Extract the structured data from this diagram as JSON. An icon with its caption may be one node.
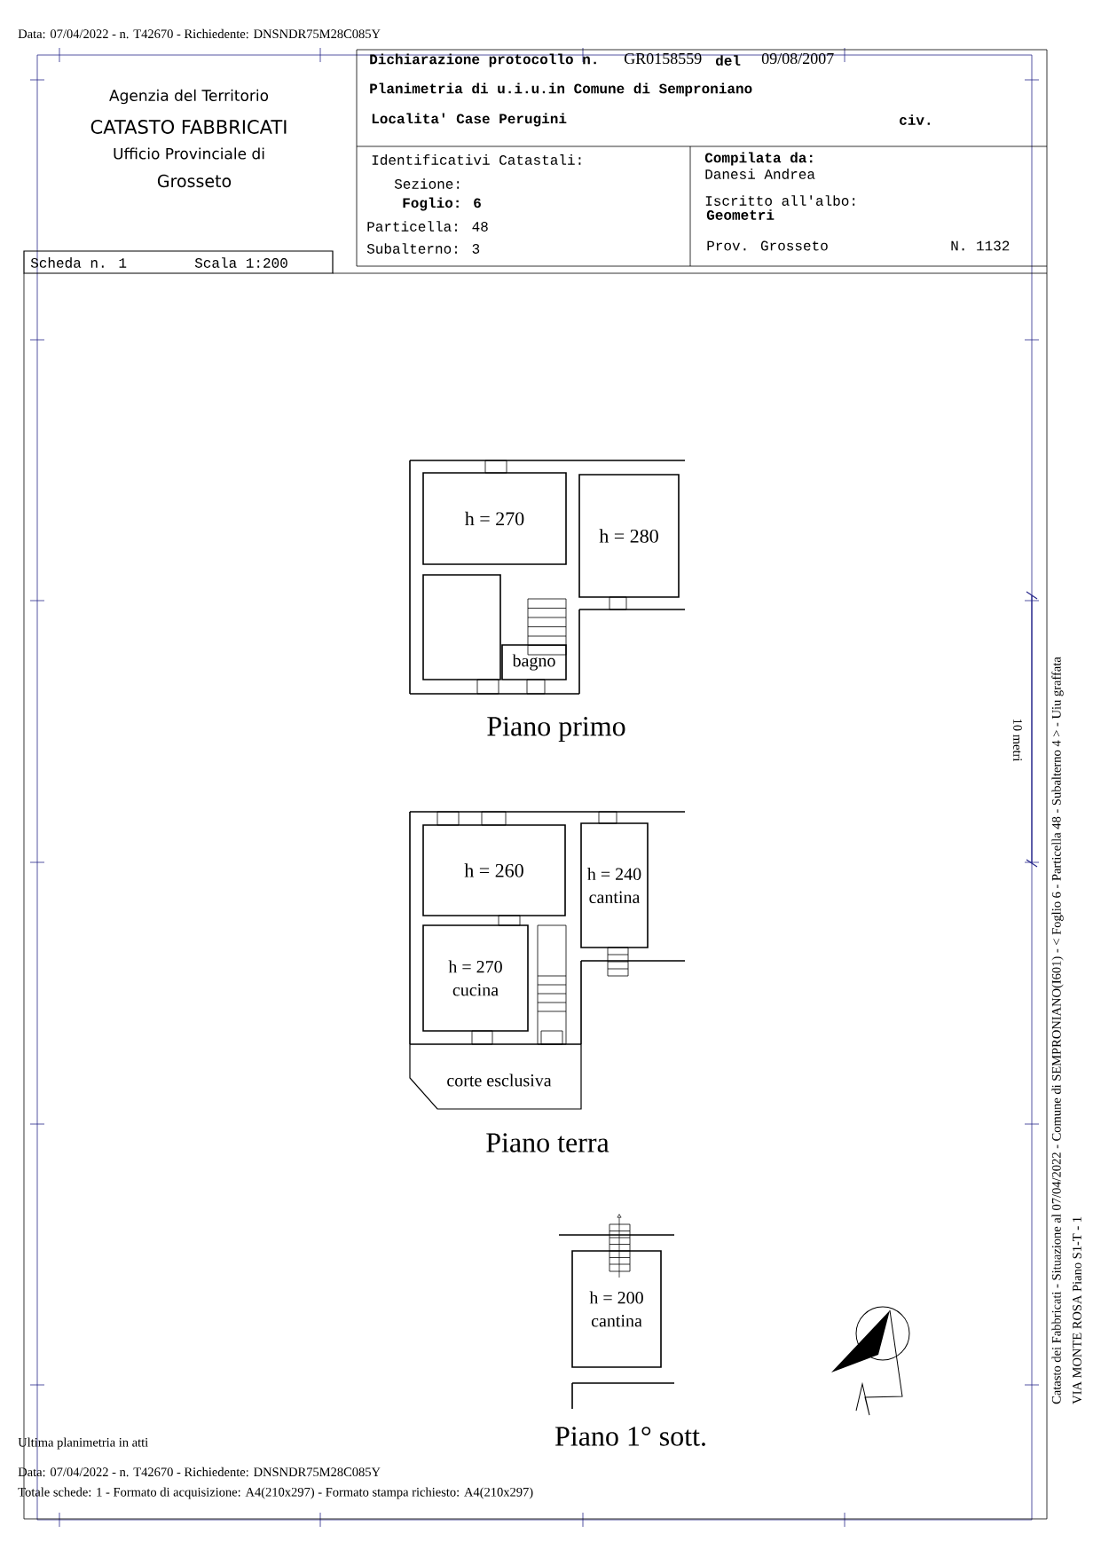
{
  "diagram": {
    "nodes": [
      {
        "text": [
          "h = 270"
        ]
      },
      {
        "text": [
          "h = 280"
        ]
      },
      {
        "text": [],
        "shape": "box"
      },
      {
        "text": [
          "bagno"
        ]
      },
      {
        "text": [
          "h = 260"
        ]
      },
      {
        "text": [
          "h = 240",
          "cantina"
        ]
      },
      {
        "text": [
          "h = 270",
          "cucina"
        ]
      },
      {
        "text": [
          "corte esclusiva"
        ]
      },
      {
        "text": [
          "h = 200",
          "cantina"
        ]
      }
    ],
    "edges": [],
    "labels": [
      "Data: 07/04/2022 - n. T42670 - Richiedente: DNSNDR75M28C085Y",
      "Agenzia del Territorio",
      "CATASTO FABBRICATI",
      "Ufficio Provinciale di",
      "Grosseto",
      "Dichiarazione protocollo n.",
      "GR0158559",
      "del",
      "09/08/2007",
      "Planimetria di u.i.u.in Comune di Semproniano",
      "Localita' Case Perugini",
      "civ.",
      "Identificativi Catastali:",
      "Sezione:",
      "Foglio: 6",
      "Particella: 48",
      "Subalterno: 3",
      "Compilata da:",
      "Danesi Andrea",
      "Iscritto all'albo:",
      "Geometri",
      "Prov. Grosseto",
      "N. 1132",
      "Scheda n. 1",
      "Scala 1:200",
      "Piano primo",
      "Piano terra",
      "Piano 1° sott.",
      "10 metri",
      "Catasto dei Fabbricati - Situazione al 07/04/2022 - Comune di SEMPRONIANO(I601) - < Foglio 6 - Particella 48 - Subalterno 4 > - Uiu graffata",
      "VIA MONTE ROSA Piano S1-T - 1",
      "Ultima planimetria in atti",
      "Data: 07/04/2022 - n. T42670 - Richiedente: DNSNDR75M28C085Y",
      "Totale schede: 1 - Formato di acquisizione: A4(210x297)  - Formato stampa richiesto: A4(210x297)"
    ]
  }
}
